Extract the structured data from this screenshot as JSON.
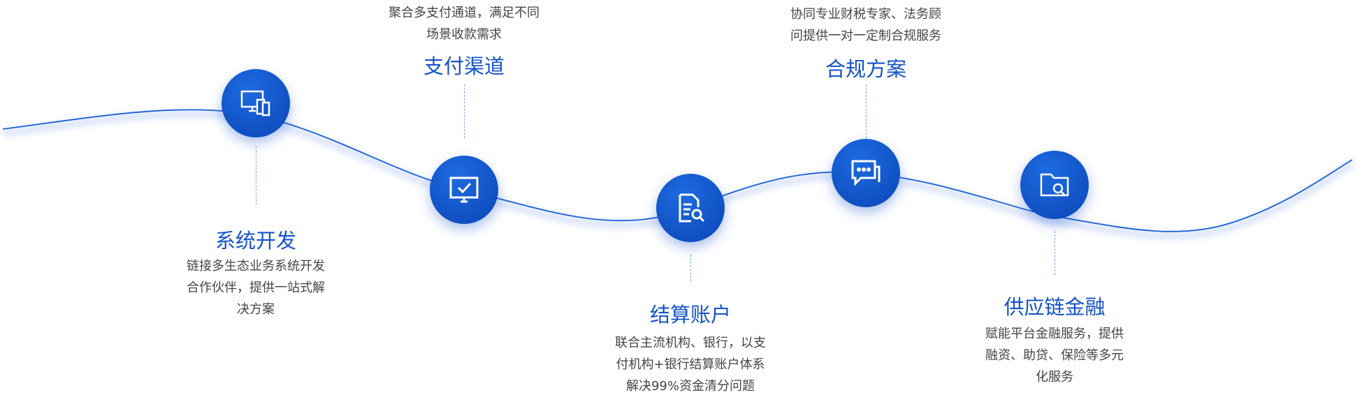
{
  "stages": [
    {
      "title": "系统开发",
      "desc": [
        "链接多生态业务系统开发",
        "合作伙伴，提供一站式解",
        "决方案"
      ],
      "icon": "devices-icon"
    },
    {
      "title": "支付渠道",
      "desc": [
        "聚合多支付通道，满足不同",
        "场景收款需求"
      ],
      "icon": "monitor-check-icon"
    },
    {
      "title": "结算账户",
      "desc": [
        "联合主流机构、银行，以支",
        "付机构+银行结算账户体系",
        "解决99%资金清分问题"
      ],
      "icon": "document-search-icon"
    },
    {
      "title": "合规方案",
      "desc": [
        "协同专业财税专家、法务顾",
        "问提供一对一定制合规服务"
      ],
      "icon": "chat-icon"
    },
    {
      "title": "供应链金融",
      "desc": [
        "赋能平台金融服务，提供",
        "融资、助贷、保险等多元",
        "化服务"
      ],
      "icon": "folder-search-icon"
    }
  ],
  "colors": {
    "accent": "#1553c9",
    "line": "#1a5fd6"
  }
}
